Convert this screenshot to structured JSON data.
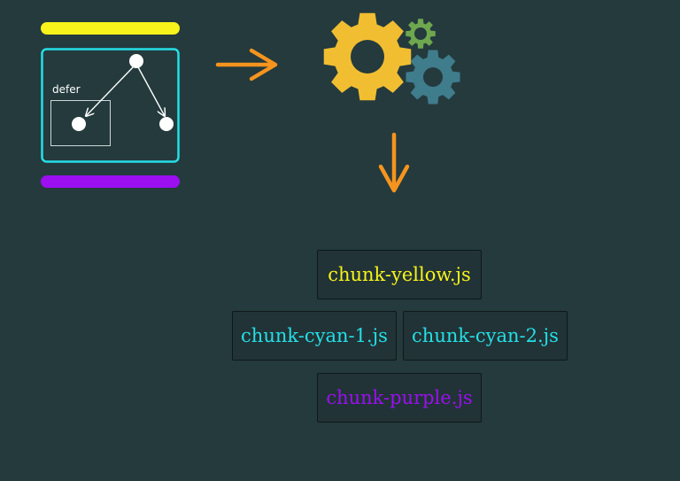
{
  "colors": {
    "background": "#243a3d",
    "yellow": "#f7f31b",
    "cyan": "#25dfe6",
    "purple": "#9b0ff0",
    "orange": "#f6941e",
    "gear_yellow": "#f1be32",
    "gear_green": "#6ea74e",
    "gear_teal": "#3f7c8c"
  },
  "module_graph": {
    "defer_label": "defer"
  },
  "chunks": [
    {
      "label": "chunk-yellow.js",
      "color": "yellow"
    },
    {
      "label": "chunk-cyan-1.js",
      "color": "cyan"
    },
    {
      "label": "chunk-cyan-2.js",
      "color": "cyan"
    },
    {
      "label": "chunk-purple.js",
      "color": "purple"
    }
  ],
  "icons": [
    "arrow-right-icon",
    "arrow-down-icon",
    "gears-icon"
  ]
}
